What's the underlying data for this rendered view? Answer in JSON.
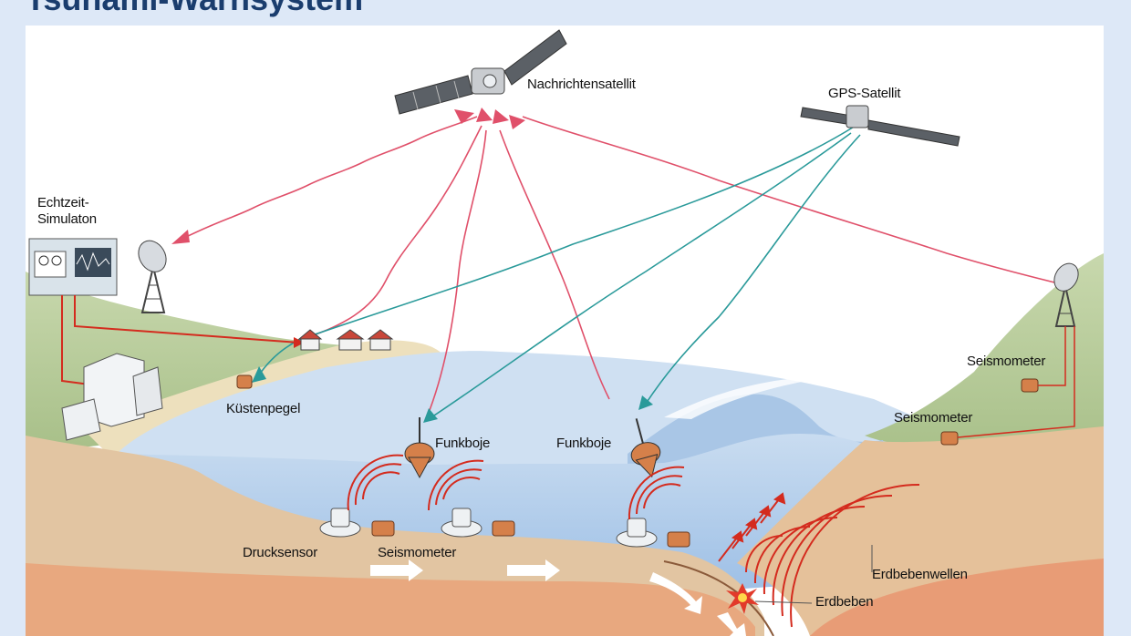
{
  "title": "Tsunami-Warnsystem",
  "labels": {
    "comm_satellite": "Nachrichtensatellit",
    "gps_satellite": "GPS-Satellit",
    "simulator": "Echtzeit-\nSimulaton",
    "tide_gauge": "Küstenpegel",
    "buoy_1": "Funkboje",
    "buoy_2": "Funkboje",
    "seismometer_hill_upper": "Seismometer",
    "seismometer_hill_lower": "Seismometer",
    "pressure_sensor": "Drucksensor",
    "seismometer_seafloor": "Seismometer",
    "seismic_waves": "Erdbebenwellen",
    "earthquake": "Erdbeben"
  },
  "colors": {
    "background": "#dde8f7",
    "title": "#1a3d6e",
    "sky": "#ffffff",
    "land": "#b5cc99",
    "beach": "#ede0bd",
    "sea": "#b9d2ec",
    "seabed": "#e2c5a2",
    "mantle": "#e8a87f",
    "signal_comm": "#e0506a",
    "signal_gps": "#2a9a9a",
    "cable": "#d42b1e",
    "sensor": "#d5804a"
  },
  "icons": [
    "satellite-icon",
    "antenna-dish-icon",
    "building-icon",
    "house-icon",
    "buoy-icon",
    "sensor-icon",
    "explosion-icon"
  ]
}
